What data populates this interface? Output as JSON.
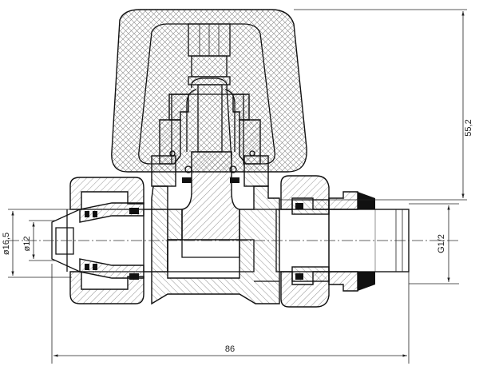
{
  "dimensions": {
    "height": "55,2",
    "length": "86",
    "outer_diameter": "ø16,5",
    "inner_diameter": "ø12",
    "thread": "G1/2"
  },
  "colors": {
    "line": "#111111",
    "hatch": "#555555",
    "seal": "#111111",
    "background": "#ffffff"
  }
}
